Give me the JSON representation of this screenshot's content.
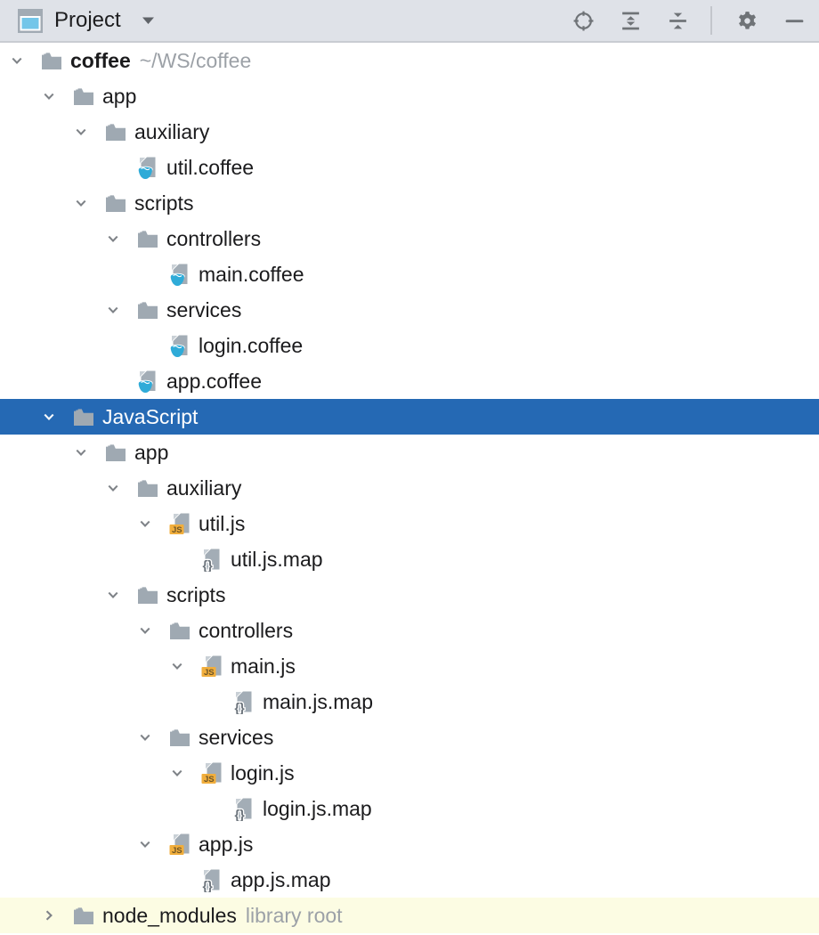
{
  "toolbar": {
    "title": "Project",
    "icons": [
      "project-tool-window-icon",
      "dropdown-arrow-icon",
      "locate-file-icon",
      "expand-all-icon",
      "collapse-all-icon",
      "settings-gear-icon",
      "hide-tool-window-icon"
    ]
  },
  "tree": {
    "rows": [
      {
        "label": "coffee",
        "hint": "~/WS/coffee",
        "level": 0,
        "icon": "folder",
        "chevron": "down",
        "bold": true
      },
      {
        "label": "app",
        "level": 1,
        "icon": "folder",
        "chevron": "down"
      },
      {
        "label": "auxiliary",
        "level": 2,
        "icon": "folder",
        "chevron": "down"
      },
      {
        "label": "util.coffee",
        "level": 3,
        "icon": "coffee-file",
        "chevron": "none"
      },
      {
        "label": "scripts",
        "level": 2,
        "icon": "folder",
        "chevron": "down"
      },
      {
        "label": "controllers",
        "level": 3,
        "icon": "folder",
        "chevron": "down"
      },
      {
        "label": "main.coffee",
        "level": 4,
        "icon": "coffee-file",
        "chevron": "none"
      },
      {
        "label": "services",
        "level": 3,
        "icon": "folder",
        "chevron": "down"
      },
      {
        "label": "login.coffee",
        "level": 4,
        "icon": "coffee-file",
        "chevron": "none"
      },
      {
        "label": "app.coffee",
        "level": 3,
        "icon": "coffee-file",
        "chevron": "none"
      },
      {
        "label": "JavaScript",
        "level": 1,
        "icon": "folder",
        "chevron": "down",
        "selected": true
      },
      {
        "label": "app",
        "level": 2,
        "icon": "folder",
        "chevron": "down"
      },
      {
        "label": "auxiliary",
        "level": 3,
        "icon": "folder",
        "chevron": "down"
      },
      {
        "label": "util.js",
        "level": 4,
        "icon": "js-file",
        "chevron": "down"
      },
      {
        "label": "util.js.map",
        "level": 5,
        "icon": "map-file",
        "chevron": "none"
      },
      {
        "label": "scripts",
        "level": 3,
        "icon": "folder",
        "chevron": "down"
      },
      {
        "label": "controllers",
        "level": 4,
        "icon": "folder",
        "chevron": "down"
      },
      {
        "label": "main.js",
        "level": 5,
        "icon": "js-file",
        "chevron": "down"
      },
      {
        "label": "main.js.map",
        "level": 6,
        "icon": "map-file",
        "chevron": "none"
      },
      {
        "label": "services",
        "level": 4,
        "icon": "folder",
        "chevron": "down"
      },
      {
        "label": "login.js",
        "level": 5,
        "icon": "js-file",
        "chevron": "down"
      },
      {
        "label": "login.js.map",
        "level": 6,
        "icon": "map-file",
        "chevron": "none"
      },
      {
        "label": "app.js",
        "level": 4,
        "icon": "js-file",
        "chevron": "down"
      },
      {
        "label": "app.js.map",
        "level": 5,
        "icon": "map-file",
        "chevron": "none"
      },
      {
        "label": "node_modules",
        "hint": "library root",
        "level": 1,
        "icon": "folder",
        "chevron": "right",
        "library": true
      }
    ]
  },
  "colors": {
    "toolbar_bg": "#DFE2E8",
    "selection_blue": "#2569B4",
    "library_row_yellow": "#FCFCE3",
    "folder_gray": "#9FA9B2",
    "coffee_blue": "#2FABD8",
    "js_badge_amber": "#F1AE3C",
    "hint_gray": "#9CA1A7"
  }
}
